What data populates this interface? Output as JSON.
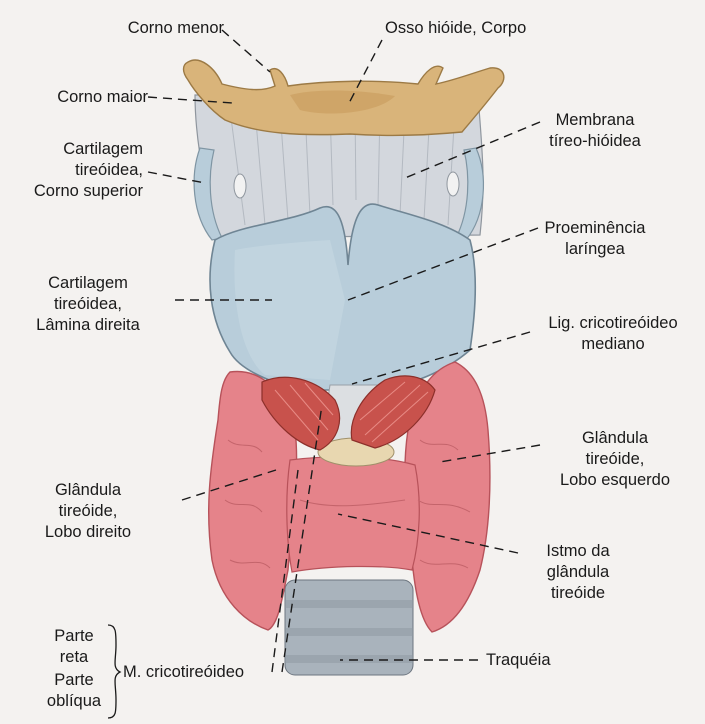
{
  "labels": {
    "corno_menor": "Corno menor",
    "osso_hioide": "Osso hióide, Corpo",
    "corno_maior": "Corno maior",
    "membrana_1": "Membrana",
    "membrana_2": "tíreo-hióidea",
    "cart_corno_1": "Cartilagem",
    "cart_corno_2": "tireóidea,",
    "cart_corno_3": "Corno superior",
    "proeminencia_1": "Proeminência",
    "proeminencia_2": "laríngea",
    "cart_lamina_1": "Cartilagem",
    "cart_lamina_2": "tireóidea,",
    "cart_lamina_3": "Lâmina direita",
    "lig_1": "Lig. cricotireóideo",
    "lig_2": "mediano",
    "gland_esq_1": "Glândula",
    "gland_esq_2": "tireóide,",
    "gland_esq_3": "Lobo esquerdo",
    "gland_dir_1": "Glândula",
    "gland_dir_2": "tireóide,",
    "gland_dir_3": "Lobo direito",
    "istmo_1": "Istmo da",
    "istmo_2": "glândula",
    "istmo_3": "tireóide",
    "traqueia": "Traquéia",
    "parte_reta_1": "Parte",
    "parte_reta_2": "reta",
    "parte_obliqua_1": "Parte",
    "parte_obliqua_2": "oblíqua",
    "m_cricotireoideo": "M. cricotireóideo"
  },
  "colors": {
    "bone": "#d9b47a",
    "membrane": "#d3d7dd",
    "cartilage": "#b8cdda",
    "muscle": "#c8524c",
    "gland": "#e5838a",
    "trachea": "#a9b3bc"
  }
}
